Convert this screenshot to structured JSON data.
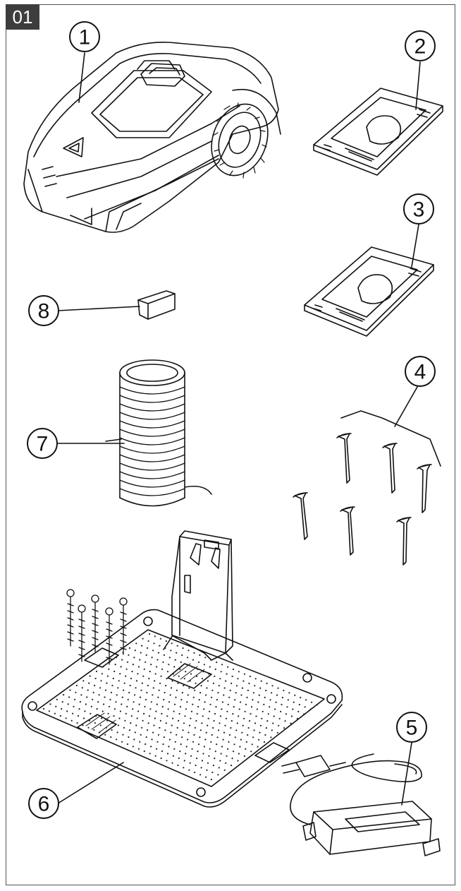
{
  "figure": {
    "tag": "01",
    "callouts": [
      {
        "id": "1",
        "label": "1",
        "part": "mower-robot"
      },
      {
        "id": "2",
        "label": "2",
        "part": "manual"
      },
      {
        "id": "3",
        "label": "3",
        "part": "quick-guide"
      },
      {
        "id": "4",
        "label": "4",
        "part": "pegs"
      },
      {
        "id": "5",
        "label": "5",
        "part": "power-supply"
      },
      {
        "id": "6",
        "label": "6",
        "part": "charging-station"
      },
      {
        "id": "7",
        "label": "7",
        "part": "boundary-wire"
      },
      {
        "id": "8",
        "label": "8",
        "part": "connector"
      }
    ]
  },
  "colors": {
    "line": "#111111",
    "tag_bg": "#3d3d3d",
    "frame": "#555555"
  }
}
